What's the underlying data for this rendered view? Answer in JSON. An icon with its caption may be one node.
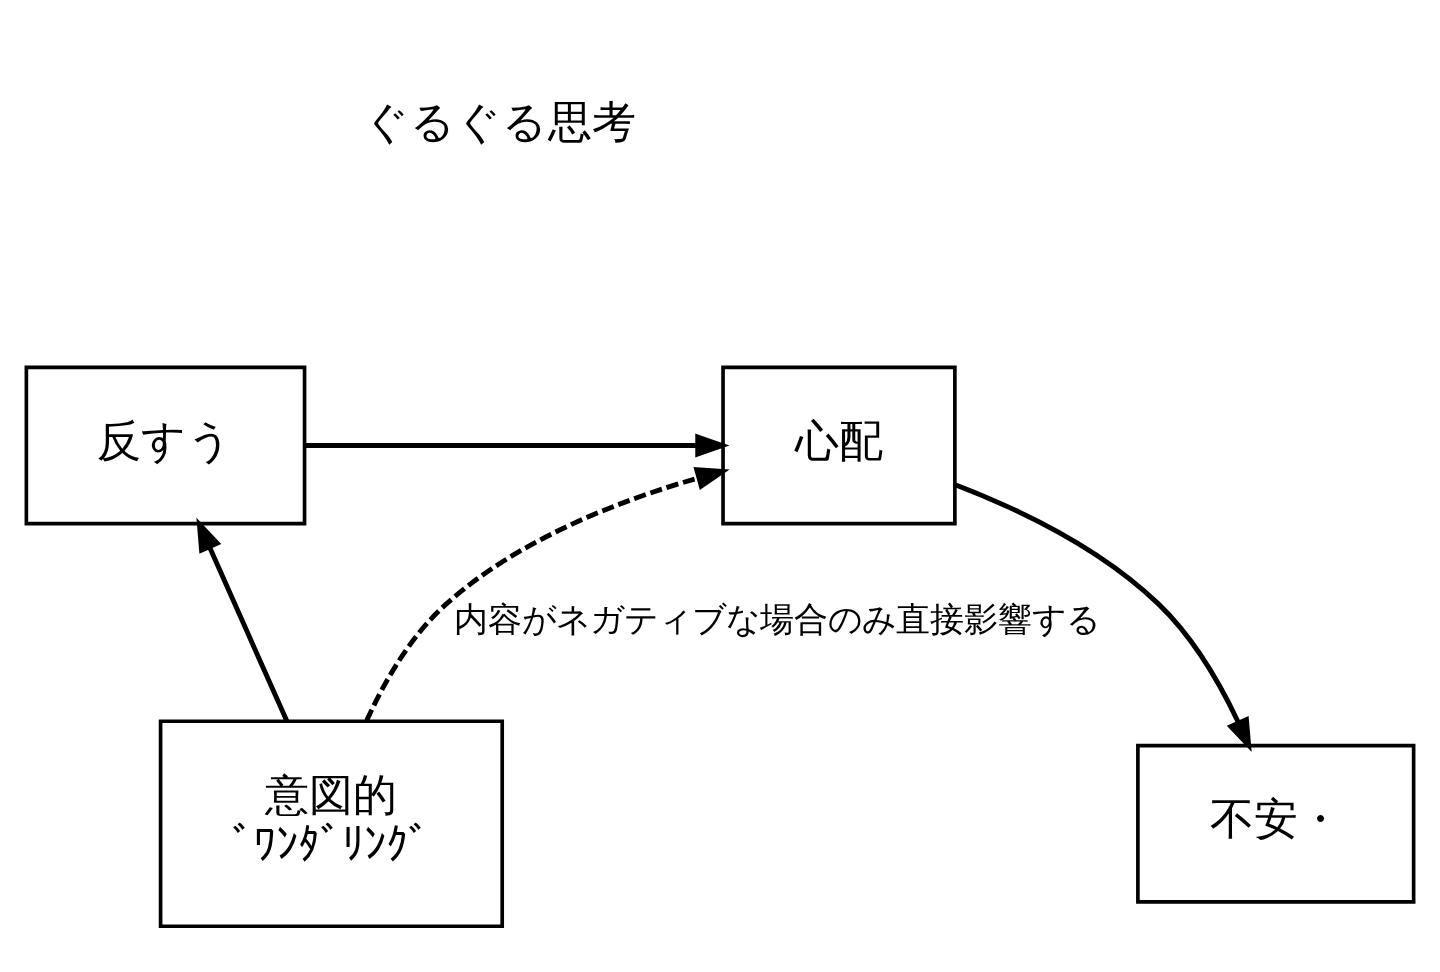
{
  "diagram": {
    "nodes": [
      {
        "text": [
          "反すう"
        ]
      },
      {
        "text": [
          "心配"
        ]
      },
      {
        "text": [
          "意図的",
          "ﾞﾜﾝﾀﾞﾘﾝｸﾞ"
        ]
      },
      {
        "text": [
          "不安・"
        ]
      }
    ],
    "edges": [
      {
        "from": 0,
        "to": 1,
        "arrow": "to"
      },
      {
        "from": 2,
        "to": 0,
        "arrow": "to"
      },
      {
        "from": 2,
        "to": 1,
        "arrow": "to",
        "style": "dashed",
        "label": "内容がネガティブな場合のみ直接影響する"
      },
      {
        "from": 1,
        "to": 3,
        "arrow": "to"
      }
    ],
    "labels": [
      "ぐるぐる思考"
    ]
  }
}
